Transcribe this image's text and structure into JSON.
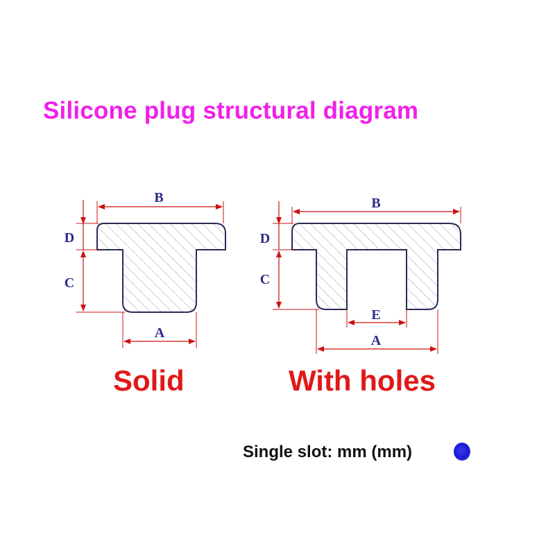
{
  "title": "Silicone plug structural diagram",
  "solid": {
    "caption": "Solid",
    "labels": {
      "B": "B",
      "D": "D",
      "C": "C",
      "A": "A"
    }
  },
  "holes": {
    "caption": "With holes",
    "labels": {
      "B": "B",
      "D": "D",
      "C": "C",
      "E": "E",
      "A": "A"
    }
  },
  "note": "Single slot: mm (mm)",
  "colors": {
    "title": "#f020e8",
    "caption": "#e01818",
    "dimension_lines": "#cc1111",
    "dimension_letters": "#2a2a88",
    "outline": "#2a2a55",
    "hatch": "#b7b7c7"
  }
}
